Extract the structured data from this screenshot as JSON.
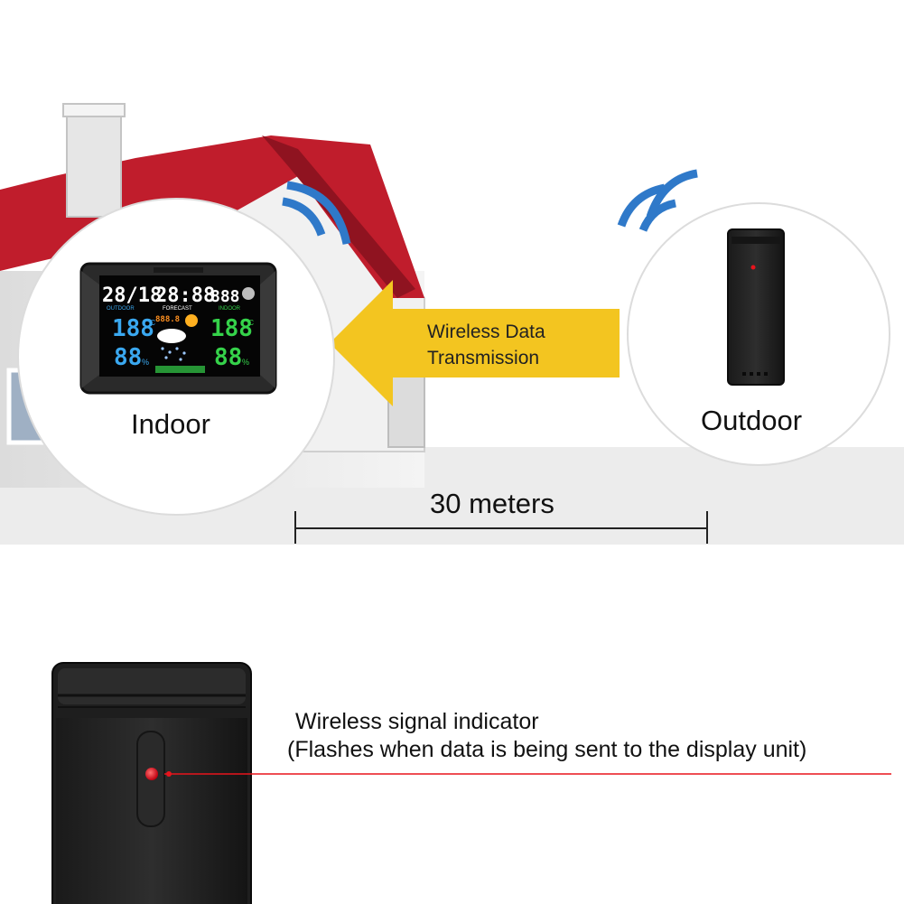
{
  "labels": {
    "indoor": "Indoor",
    "outdoor": "Outdoor",
    "transmission_line1": "Wireless Data",
    "transmission_line2": "Transmission",
    "distance": "30 meters",
    "indicator_line1": "Wireless signal indicator",
    "indicator_line2": "(Flashes when data is being sent to the display unit)"
  },
  "display": {
    "date": "28/18",
    "time": "28:88",
    "third": "888",
    "outdoor_tag": "OUTDOOR",
    "forecast_tag": "FORECAST",
    "indoor_tag": "INDOOR",
    "temp_outdoor": "188",
    "temp_indoor": "188",
    "humidity_outdoor": "88",
    "humidity_indoor": "88",
    "temp_unit": "°C",
    "humidity_unit": "%",
    "pressure": "888.8"
  },
  "colors": {
    "roof": "#c01d2c",
    "arrow": "#f3c520",
    "signal": "#2f79c9",
    "indicator_led": "#e8141c",
    "pointer_line": "#e8141c",
    "ground": "#ececec",
    "lcd_blue": "#3aa8f0",
    "lcd_green": "#35d24a",
    "lcd_orange": "#ff9020"
  }
}
